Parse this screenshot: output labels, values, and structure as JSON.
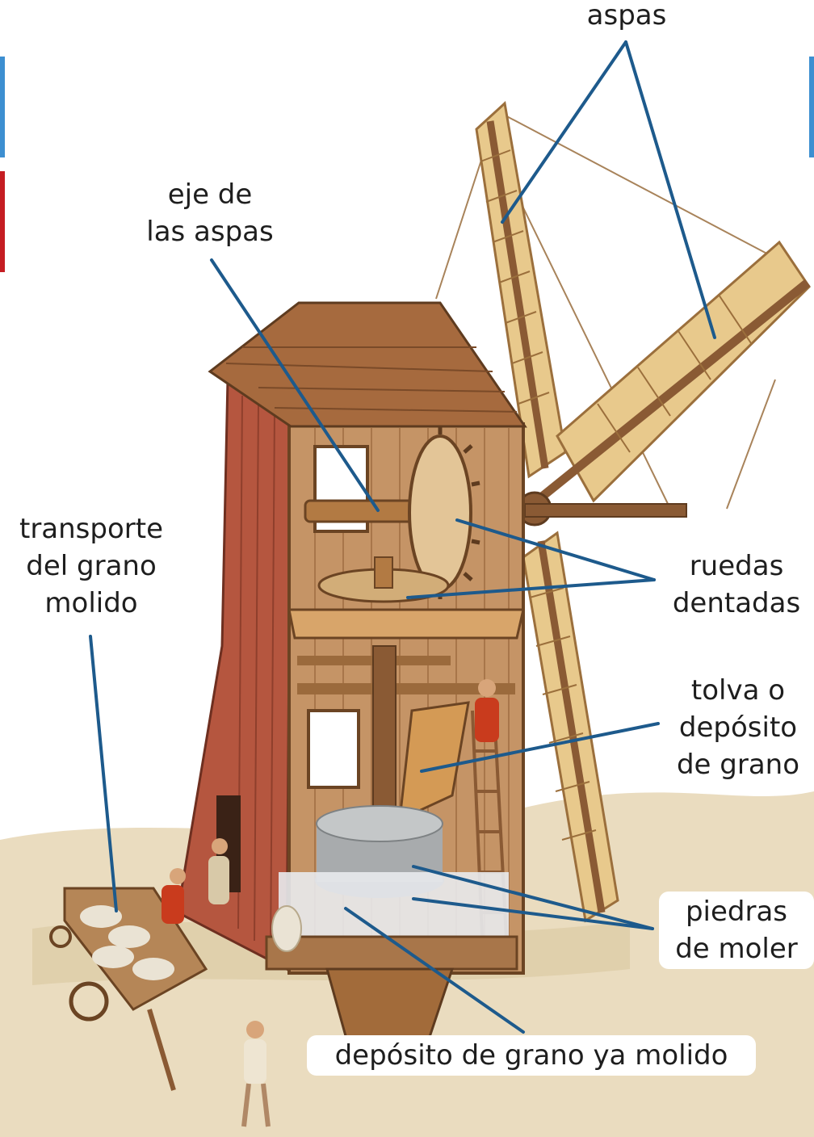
{
  "labels": {
    "aspas": "aspas",
    "eje": "eje de\nlas aspas",
    "transporte": "transporte\ndel grano\nmolido",
    "ruedas": "ruedas\ndentadas",
    "tolva": "tolva o\ndepósito\nde grano",
    "piedras": "piedras\nde moler",
    "deposito": "depósito de grano ya molido"
  },
  "colors": {
    "leader_line": "#1d5a8c",
    "page_background": "#ffffff",
    "ground": "#e9dcc0",
    "wall_red": "#b5563f",
    "wood": "#8a5a34",
    "sail": "#e8c98c",
    "stone": "#a8abad",
    "accent_blue": "#3d8fd1",
    "accent_red": "#c51d22"
  }
}
